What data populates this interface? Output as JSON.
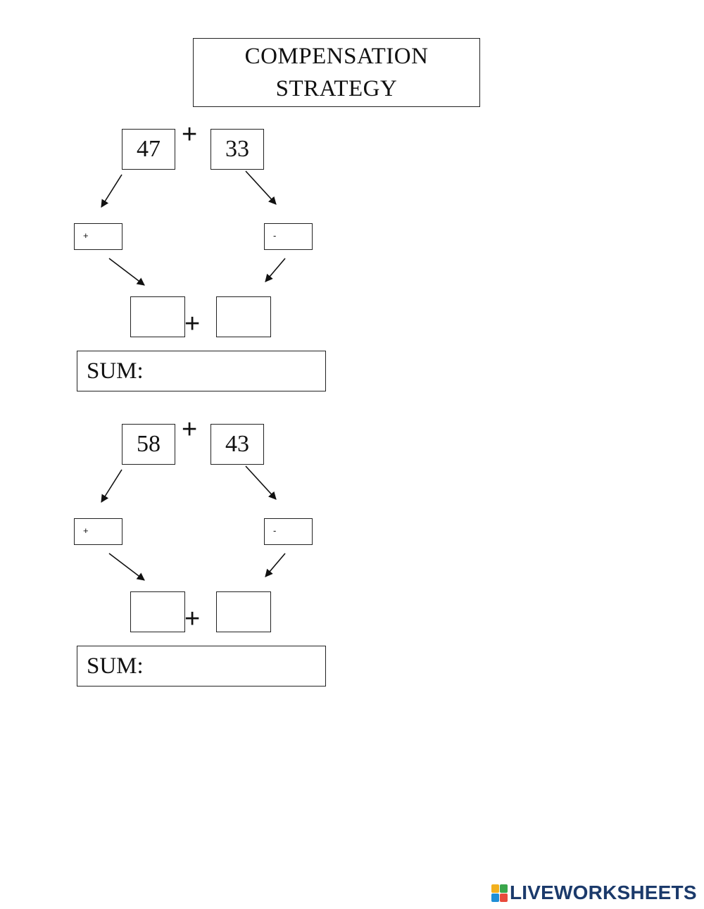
{
  "title": {
    "line1": "COMPENSATION",
    "line2": "STRATEGY"
  },
  "problems": [
    {
      "first_addend": "47",
      "second_addend": "33",
      "operator": "+",
      "adjust_left_sign": "+",
      "adjust_right_sign": "-",
      "result_operator": "+",
      "sum_label": "SUM:"
    },
    {
      "first_addend": "58",
      "second_addend": "43",
      "operator": "+",
      "adjust_left_sign": "+",
      "adjust_right_sign": "-",
      "result_operator": "+",
      "sum_label": "SUM:"
    }
  ],
  "footer": {
    "brand": "LIVEWORKSHEETS",
    "logo_colors": [
      "#f2b01e",
      "#3aa64b",
      "#1f8fd6",
      "#e84a3c"
    ]
  }
}
